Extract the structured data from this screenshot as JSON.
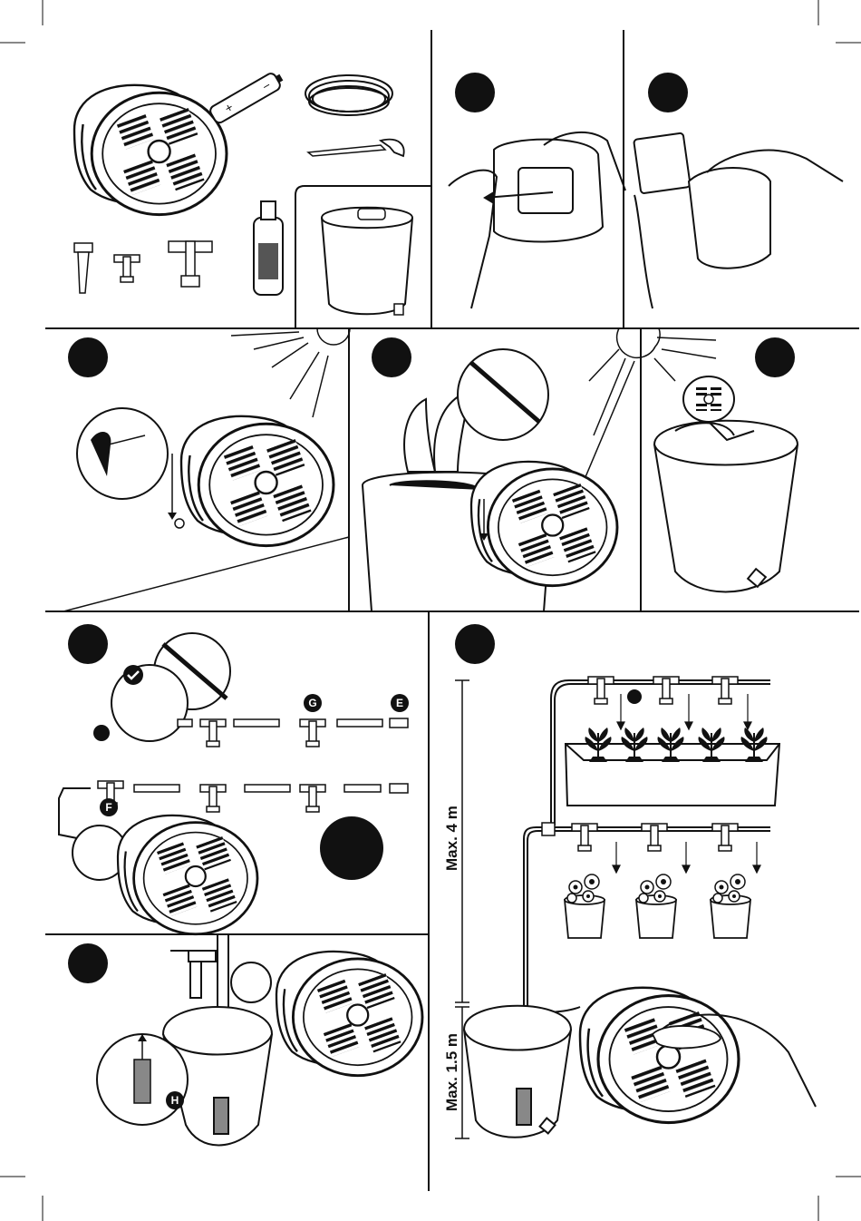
{
  "page": {
    "background": "#ffffff",
    "ink": "#111111"
  },
  "labels": {
    "E": "E",
    "G": "G",
    "F": "F",
    "H": "H",
    "max_4m": "Max. 4 m",
    "max_1_5m": "Max. 1.5 m"
  },
  "icons": {
    "solar_pump": "solar-pump-icon",
    "battery": "battery-icon",
    "hose": "hose-coil-icon",
    "wrench": "wrench-icon",
    "tank": "water-tank-icon",
    "filter": "filter-cartridge-icon",
    "sun": "sun-icon",
    "check": "check-icon",
    "scissors": "scissors-icon"
  }
}
